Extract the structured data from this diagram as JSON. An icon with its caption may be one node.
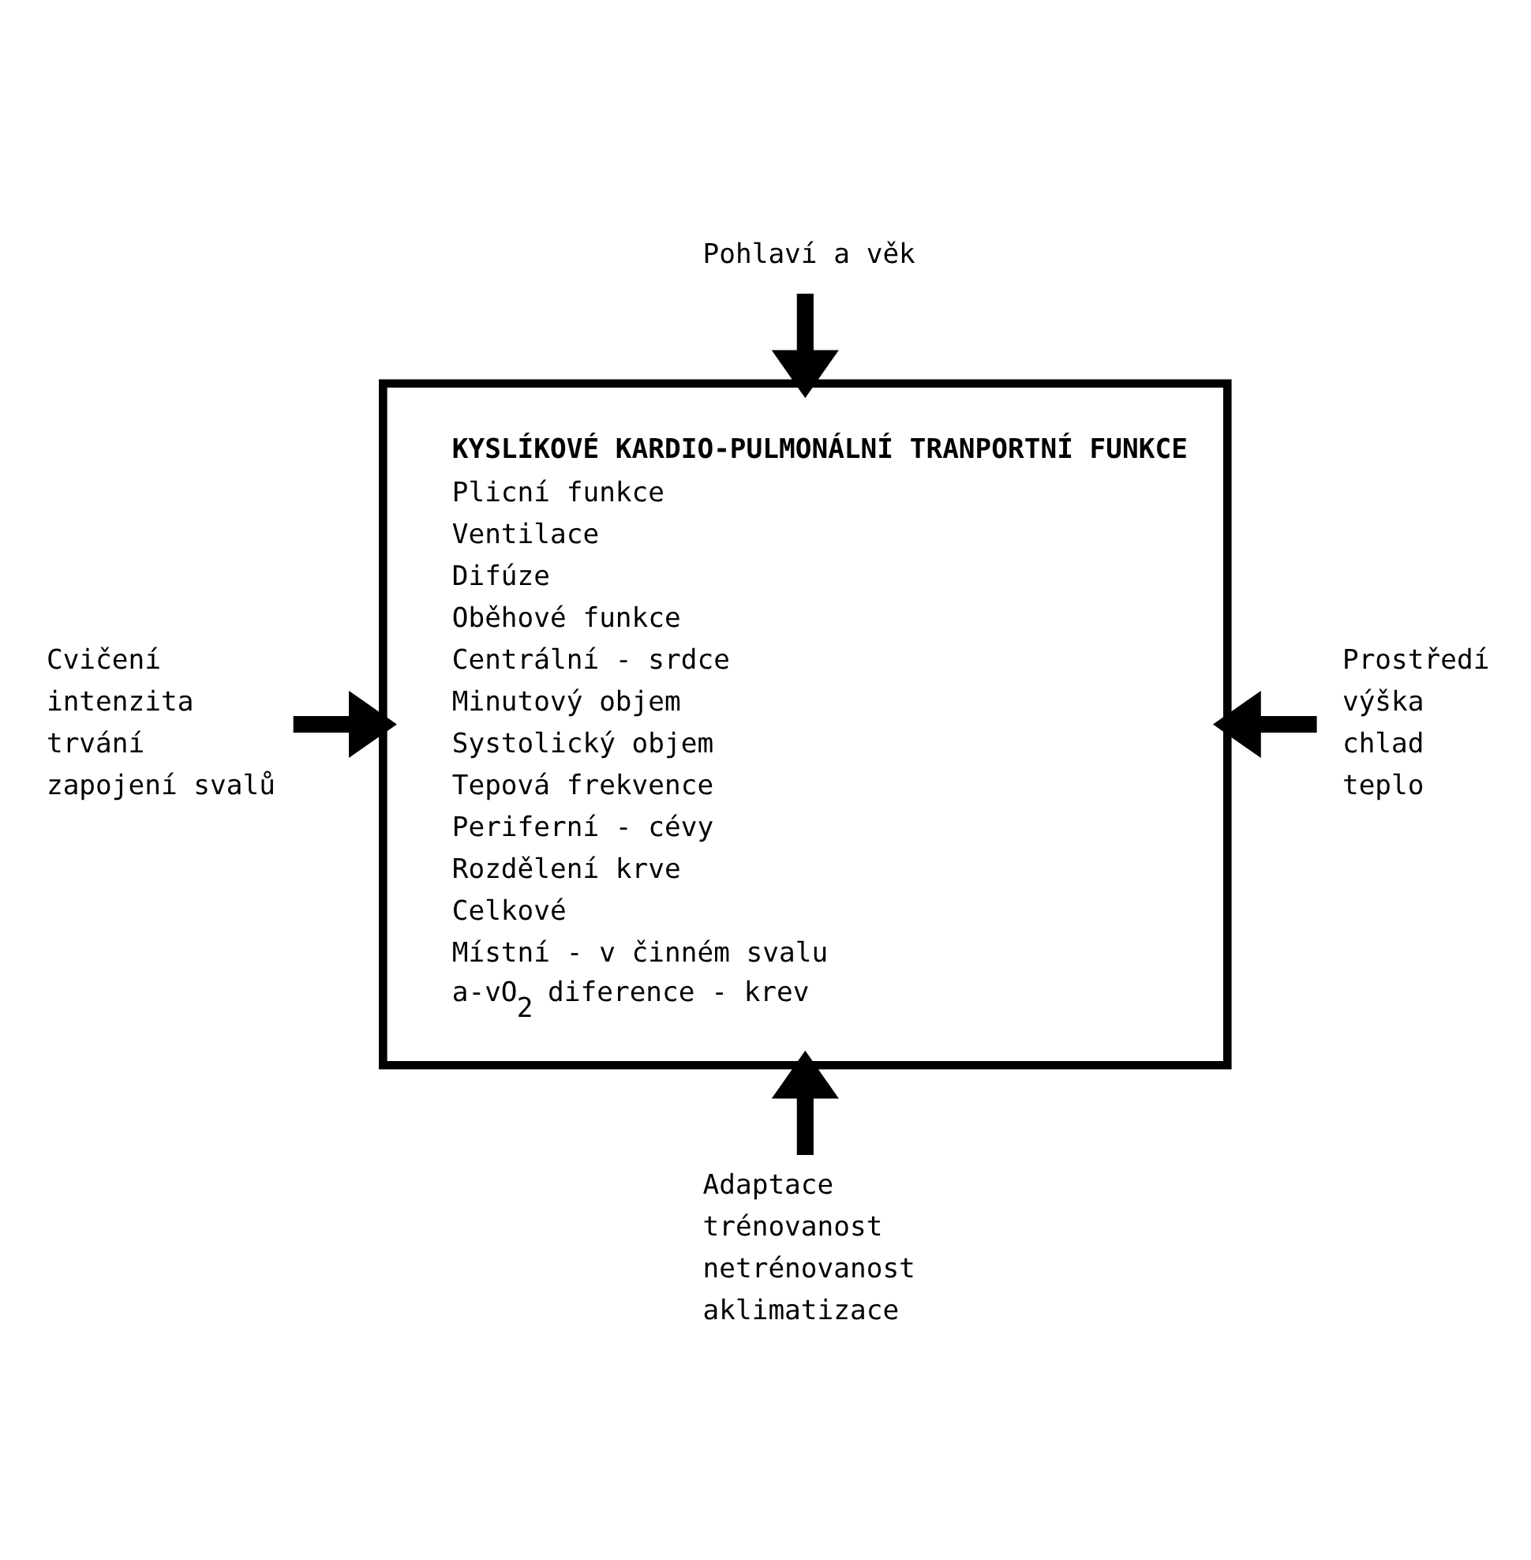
{
  "diagram": {
    "nodes": [
      {
        "text": [
          "KYSLÍKOVÉ KARDIO-PULMONÁLNÍ TRANPORTNÍ FUNKCE",
          "Plicní funkce",
          "Ventilace",
          "Difúze",
          "Oběhové funkce",
          "Centrální - srdce",
          "Minutový objem",
          "Systolický objem",
          "Tepová frekvence",
          "Periferní - cévy",
          "Rozdělení krve",
          "Celkové",
          "Místní - v činném svalu",
          "a-vO$_{2}$ diference - krev"
        ]
      },
      {
        "text": [
          "Pohlaví a věk"
        ]
      },
      {
        "text": [
          "Cvičení",
          "intenzita",
          "trvání",
          "zapojení svalů"
        ]
      },
      {
        "text": [
          "Prostředí",
          "výška",
          "chlad",
          "teplo"
        ]
      },
      {
        "text": [
          "Adaptace",
          "trénovanost",
          "netrénovanost",
          "aklimatizace"
        ]
      }
    ],
    "edges": [
      {
        "from": 1,
        "to": 0,
        "arrow": "to"
      },
      {
        "from": 2,
        "to": 0,
        "arrow": "to"
      },
      {
        "from": 3,
        "to": 0,
        "arrow": "to"
      },
      {
        "from": 4,
        "to": 0,
        "arrow": "to"
      }
    ]
  }
}
